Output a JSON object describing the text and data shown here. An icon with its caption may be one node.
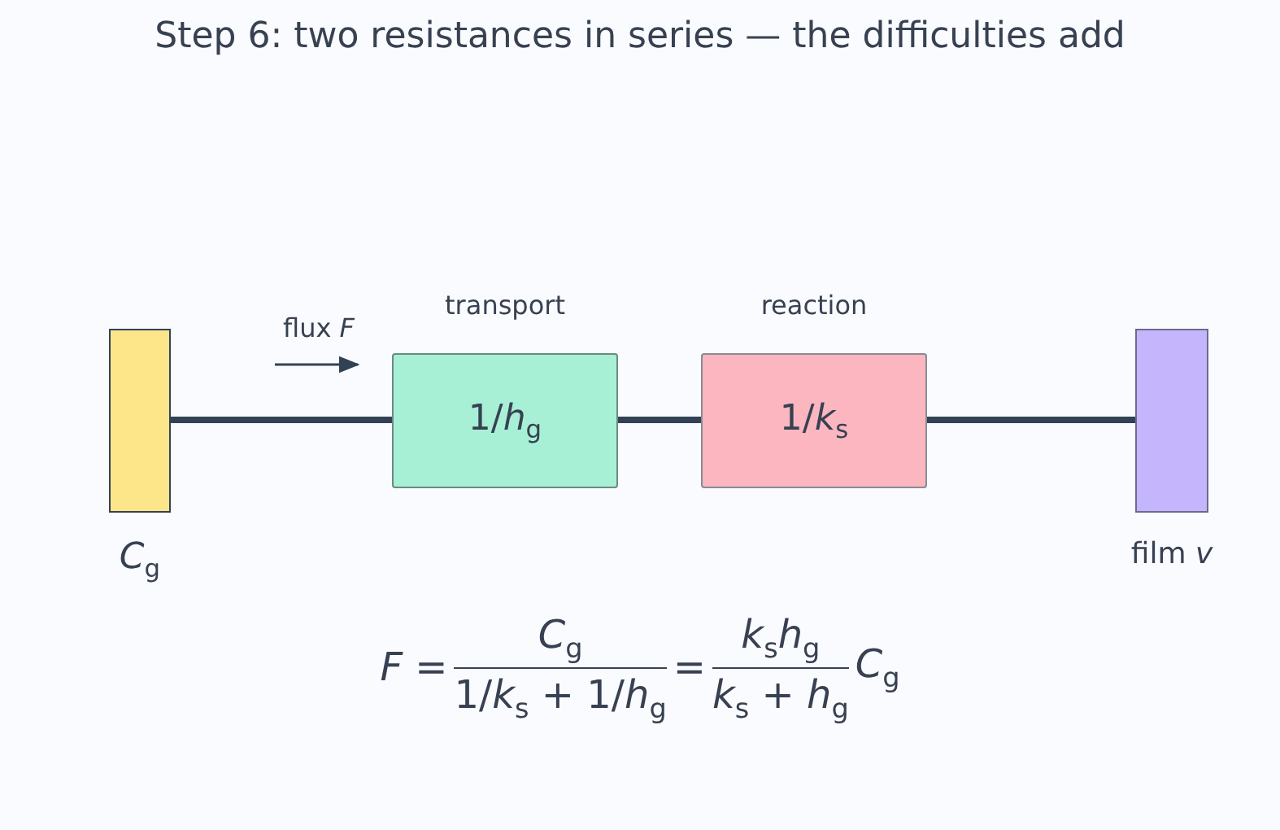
{
  "diagram": {
    "title": "Step 6: two resistances in series — the difficulties add",
    "nodes": [
      {
        "text": [],
        "shape": "bar",
        "beside": [
          "*C*$_{g}$"
        ]
      },
      {
        "text": [
          "transport",
          "1/*h*$_{g}$"
        ]
      },
      {
        "text": [
          "reaction",
          "1/*k*$_{s}$"
        ]
      },
      {
        "text": [],
        "shape": "bar",
        "beside": [
          "film *v*"
        ]
      }
    ],
    "edges": [
      {
        "from": 0,
        "to": 1,
        "arrow": "none"
      },
      {
        "from": 1,
        "to": 2,
        "arrow": "none"
      },
      {
        "from": 2,
        "to": 3,
        "arrow": "none"
      }
    ],
    "labels": [
      "flux *F*",
      "*F* =",
      "*C*$_{g}$",
      "1/*k*$_{s}$ + 1/*h*$_{g}$",
      "=",
      "*k*$_{s}$*h*$_{g}$",
      "*k*$_{s}$ + *h*$_{g}$",
      "*C*$_{g}$"
    ]
  }
}
